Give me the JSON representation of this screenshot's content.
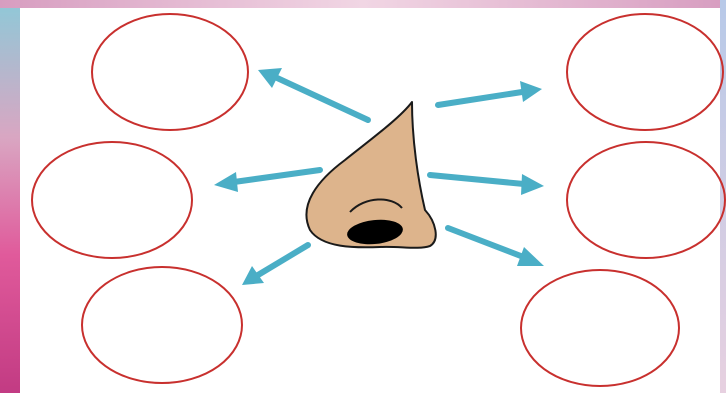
{
  "diagram": {
    "center_icon": "nose-icon",
    "colors": {
      "circle_stroke": "#c8302e",
      "arrow": "#4aaec6",
      "nose_skin": "#ddb48c",
      "nose_outline": "#1a1a1a",
      "nostril": "#000000"
    },
    "answer_circles": [
      {
        "id": "top-left",
        "text": ""
      },
      {
        "id": "middle-left",
        "text": ""
      },
      {
        "id": "bottom-left",
        "text": ""
      },
      {
        "id": "top-right",
        "text": ""
      },
      {
        "id": "middle-right",
        "text": ""
      },
      {
        "id": "bottom-right",
        "text": ""
      }
    ]
  }
}
